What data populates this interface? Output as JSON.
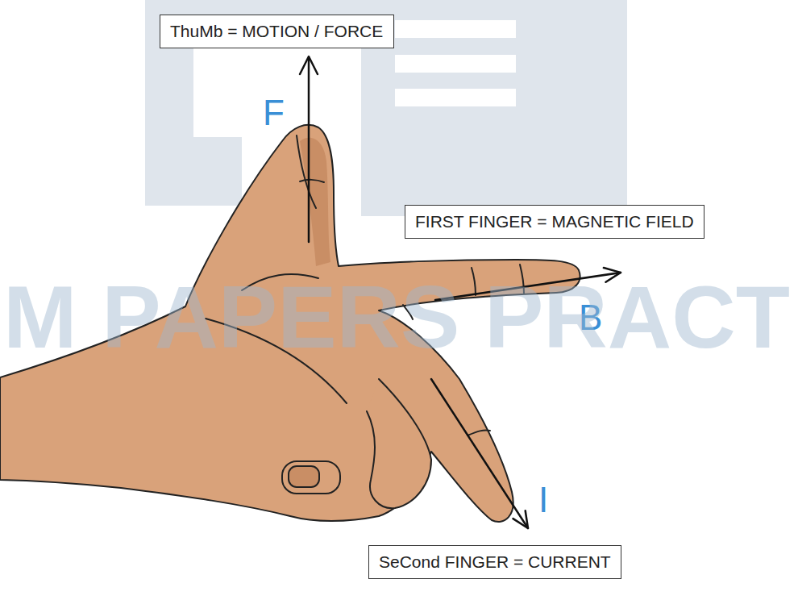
{
  "diagram": {
    "nodes": [
      {
        "text": [
          "ThuMb = MOTION / FORCE"
        ]
      },
      {
        "text": [
          "FIRST FINGER = MAGNETIC FIELD"
        ]
      },
      {
        "text": [
          "SeCond FINGER = CURRENT"
        ]
      }
    ],
    "labels": [
      "F",
      "B",
      "I",
      "M PAPERS PRACT"
    ]
  }
}
